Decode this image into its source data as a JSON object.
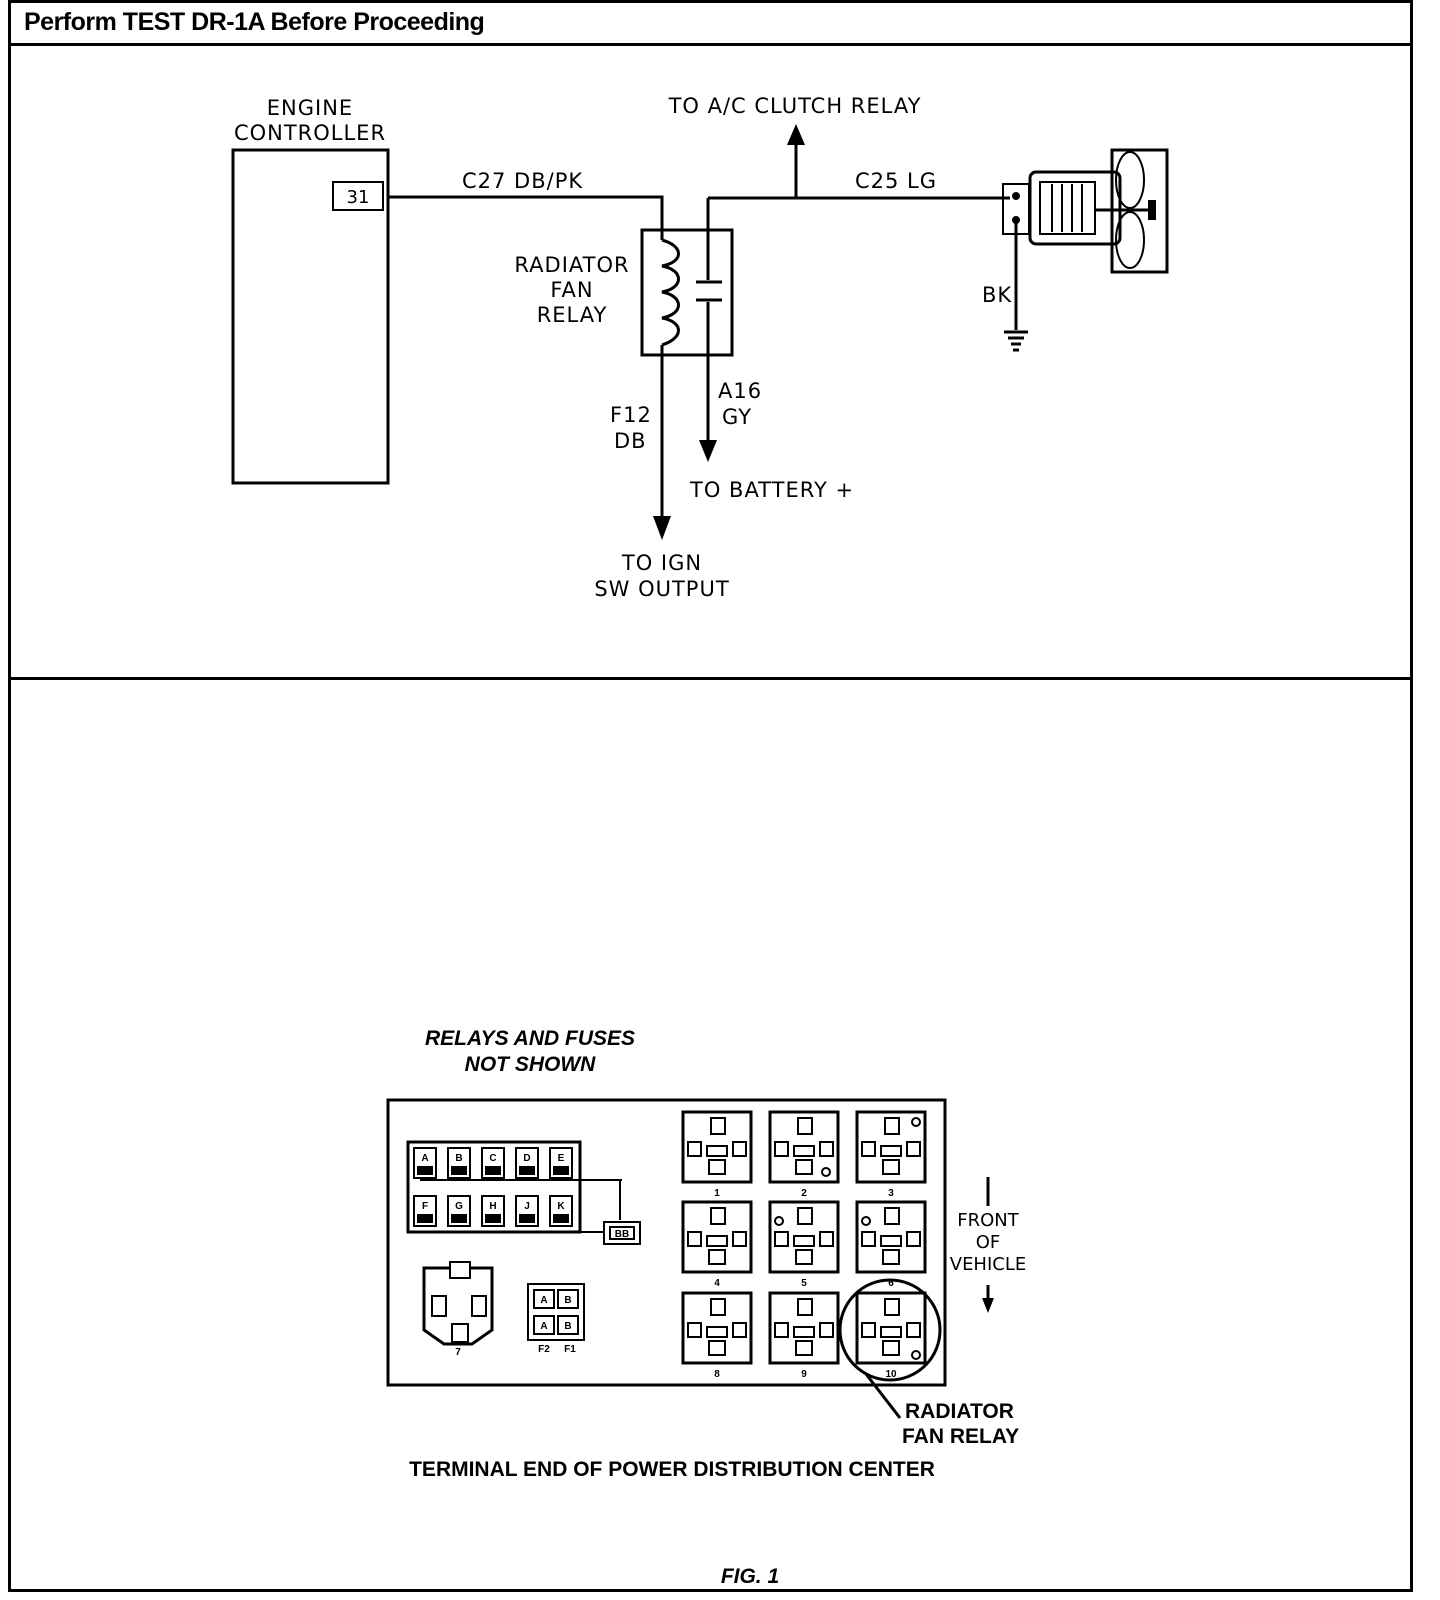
{
  "header": {
    "title": "Perform TEST DR-1A Before Proceeding"
  },
  "schematic": {
    "engine_controller_line1": "ENGINE",
    "engine_controller_line2": "CONTROLLER",
    "pin_number": "31",
    "wire_c27": "C27  DB/PK",
    "wire_c25": "C25  LG",
    "to_ac_clutch": "TO  A/C  CLUTCH  RELAY",
    "relay_line1": "RADIATOR",
    "relay_line2": "FAN",
    "relay_line3": "RELAY",
    "wire_bk": "BK",
    "wire_a16_line1": "A16",
    "wire_a16_line2": "GY",
    "wire_f12_line1": "F12",
    "wire_f12_line2": "DB",
    "to_battery": "TO  BATTERY  +",
    "to_ign_line1": "TO  IGN",
    "to_ign_line2": "SW  OUTPUT"
  },
  "pdc": {
    "note_line1": "RELAYS AND FUSES",
    "note_line2": "NOT SHOWN",
    "fuses_top": [
      "A",
      "B",
      "C",
      "D",
      "E"
    ],
    "fuses_bottom": [
      "F",
      "G",
      "H",
      "J",
      "K"
    ],
    "bb_label": "BB",
    "f_labels": [
      "A",
      "B",
      "A",
      "B"
    ],
    "f2_label": "F2",
    "f1_label": "F1",
    "socket7_label": "7",
    "relay_numbers": [
      "1",
      "2",
      "3",
      "4",
      "5",
      "6",
      "8",
      "9",
      "10"
    ],
    "front_line1": "FRONT",
    "front_line2": "OF",
    "front_line3": "VEHICLE",
    "callout_line1": "RADIATOR",
    "callout_line2": "FAN RELAY",
    "caption": "TERMINAL END OF POWER DISTRIBUTION CENTER"
  },
  "figure_label": "FIG. 1"
}
